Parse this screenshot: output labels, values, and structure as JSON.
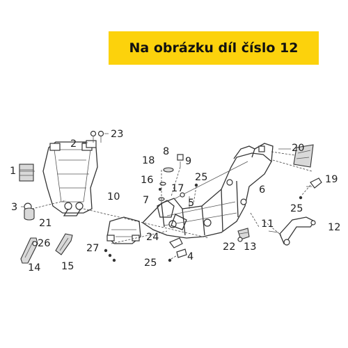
{
  "banner": {
    "text": "Na obrázku díl číslo 12",
    "bg_color": "#fcd20c"
  },
  "callouts": [
    "1",
    "2",
    "3",
    "4",
    "5",
    "6",
    "7",
    "8",
    "9",
    "10",
    "11",
    "12",
    "13",
    "14",
    "15",
    "16",
    "17",
    "18",
    "19",
    "20",
    "21",
    "22",
    "23",
    "24",
    "25",
    "25",
    "25",
    "26",
    "27"
  ]
}
